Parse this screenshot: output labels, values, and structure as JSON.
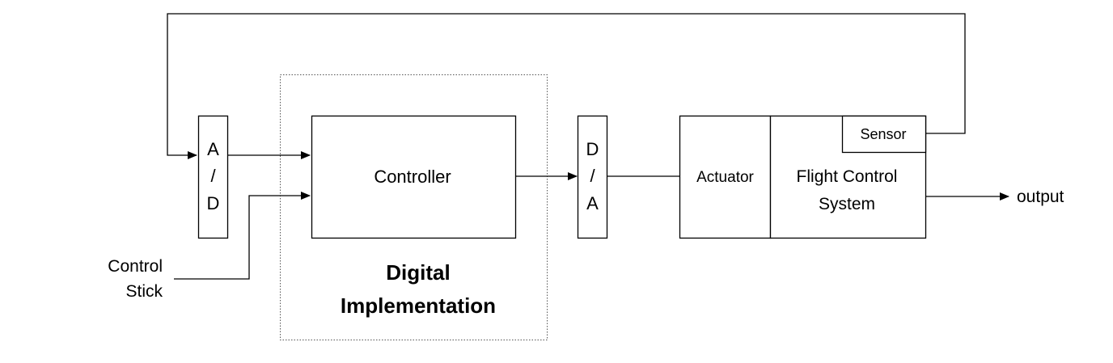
{
  "diagram": {
    "ad_converter": {
      "line1": "A",
      "line2": "/",
      "line3": "D"
    },
    "controller": {
      "label": "Controller"
    },
    "da_converter": {
      "line1": "D",
      "line2": "/",
      "line3": "A"
    },
    "actuator": {
      "label": "Actuator"
    },
    "flight_control_system": {
      "line1": "Flight Control",
      "line2": "System"
    },
    "sensor": {
      "label": "Sensor"
    },
    "control_stick": {
      "line1": "Control",
      "line2": "Stick"
    },
    "output": {
      "label": "output"
    },
    "digital_implementation": {
      "line1": "Digital",
      "line2": "Implementation"
    },
    "colors": {
      "stroke": "#000000",
      "dotted_border": "#555555",
      "background": "#ffffff"
    }
  }
}
